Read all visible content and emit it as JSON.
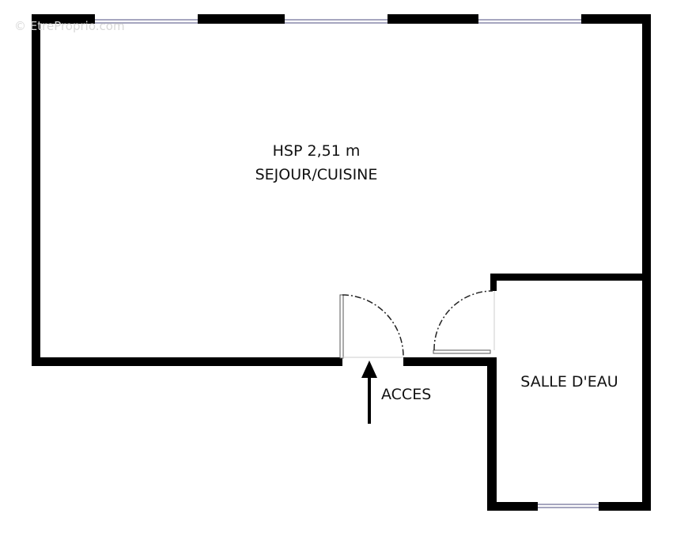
{
  "watermark": "© EtreProprio.com",
  "rooms": {
    "main_height": "HSP 2,51 m",
    "main_name": "SEJOUR/CUISINE",
    "bathroom_name": "SALLE D'EAU"
  },
  "entrance_label": "ACCES",
  "colors": {
    "wall": "#000000",
    "window": "#8888aa"
  }
}
